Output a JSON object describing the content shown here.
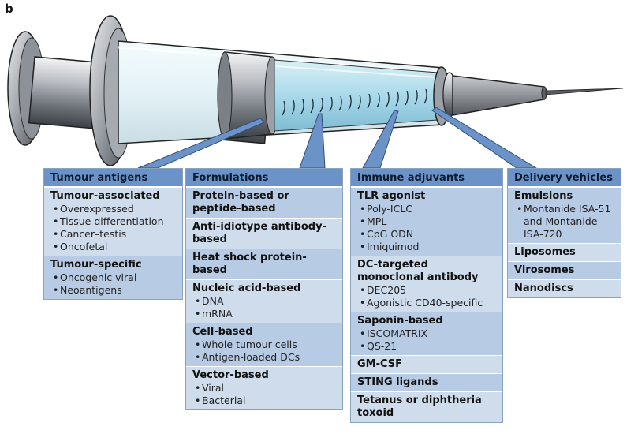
{
  "panel_label": "b",
  "columns": [
    {
      "heading": "Tumour antigens",
      "sections": [
        {
          "title": "Tumour-associated",
          "items": [
            "Overexpressed",
            "Tissue differentiation",
            "Cancer–testis",
            "Oncofetal"
          ]
        },
        {
          "title": "Tumour-specific",
          "items": [
            "Oncogenic viral",
            "Neoantigens"
          ]
        }
      ]
    },
    {
      "heading": "Formulations",
      "sections": [
        {
          "title": "Protein-based or peptide-based",
          "items": []
        },
        {
          "title": "Anti-idiotype antibody-based",
          "items": []
        },
        {
          "title": "Heat shock protein-based",
          "items": []
        },
        {
          "title": "Nucleic acid-based",
          "items": [
            "DNA",
            "mRNA"
          ]
        },
        {
          "title": "Cell-based",
          "items": [
            "Whole tumour cells",
            "Antigen-loaded DCs"
          ]
        },
        {
          "title": "Vector-based",
          "items": [
            "Viral",
            "Bacterial"
          ]
        }
      ]
    },
    {
      "heading": "Immune adjuvants",
      "sections": [
        {
          "title": "TLR agonist",
          "items": [
            "Poly-ICLC",
            "MPL",
            "CpG ODN",
            "Imiquimod"
          ]
        },
        {
          "title": "DC-targeted monoclonal antibody",
          "items": [
            "DEC205",
            "Agonistic CD40-specific"
          ]
        },
        {
          "title": "Saponin-based",
          "items": [
            "ISCOMATRIX",
            "QS-21"
          ]
        },
        {
          "title": "GM-CSF",
          "items": []
        },
        {
          "title": "STING ligands",
          "items": []
        },
        {
          "title": "Tetanus or diphtheria toxoid",
          "items": []
        }
      ]
    },
    {
      "heading": "Delivery vehicles",
      "sections": [
        {
          "title": "Emulsions",
          "items": [
            "Montanide ISA-51 and Montanide ISA-720"
          ]
        },
        {
          "title": "Liposomes",
          "items": []
        },
        {
          "title": "Virosomes",
          "items": []
        },
        {
          "title": "Nanodiscs",
          "items": []
        }
      ]
    }
  ],
  "colors": {
    "heading_bg": "#6b93c8",
    "section_light": "#cfdcec",
    "section_dark": "#b7cbe4",
    "liquid": "#bfe3ef",
    "metal": "#8a8f96"
  }
}
